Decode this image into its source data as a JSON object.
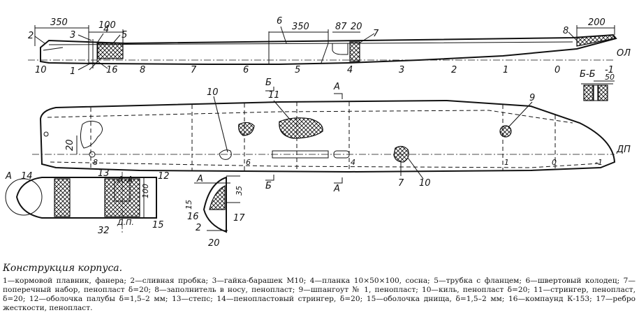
{
  "caption": {
    "title": "Конструкция корпуса.",
    "body": "1—кормовой плавник, фанера; 2—сливная пробка; 3—гайка-барашек М10; 4—планка 10×50×100, сосна; 5—трубка с фланцем; 6—швертовый колодец; 7—поперечный набор, пенопласт δ=20; 8—заполнитель в носу, пенопласт; 9—шпангоут № 1, пенопласт; 10—киль, пенопласт δ=20; 11—стрингер, пенопласт, δ=20; 12—оболочка палубы δ=1,5–2 мм; 13—степс; 14—пенопластовый стрингер, δ=20; 15—оболочка днища, δ=1,5–2 мм; 16—компаунд К-153; 17—ребро жесткости, пенопласт."
  },
  "side_view": {
    "dims": [
      "350",
      "100",
      "350",
      "87",
      "20",
      "200"
    ],
    "callouts": [
      "2",
      "3",
      "4",
      "5",
      "6",
      "7",
      "8",
      "1",
      "16"
    ],
    "stations": [
      "10",
      "8",
      "7",
      "6",
      "5",
      "4",
      "3",
      "2",
      "1",
      "0",
      "-1"
    ],
    "waterline": "ОЛ"
  },
  "plan_view": {
    "callouts": [
      "10",
      "11",
      "9",
      "7",
      "10"
    ],
    "section_marks": [
      "Б",
      "Б",
      "А",
      "А"
    ],
    "dim": "20",
    "stations": [
      "8",
      "6",
      "4",
      "1",
      "0",
      "-1"
    ],
    "centerline": "ДП"
  },
  "section_bb": {
    "title": "Б-Б",
    "dim": "50"
  },
  "section_aa": {
    "title": "А-А",
    "callouts": [
      "А",
      "14",
      "13",
      "12",
      "15"
    ],
    "dims": [
      "100",
      "32",
      "Д.П."
    ]
  },
  "detail_a": {
    "title": "А",
    "dims": [
      "35",
      "15",
      "2",
      "20"
    ],
    "callouts": [
      "16",
      "17"
    ]
  }
}
